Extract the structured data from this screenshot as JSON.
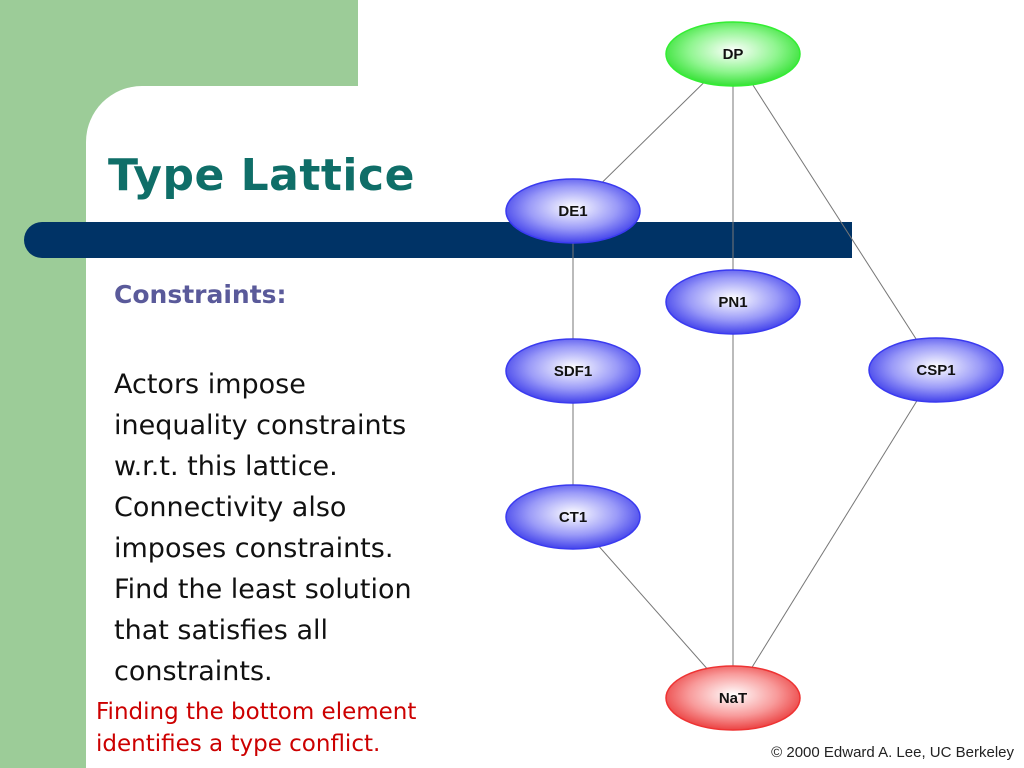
{
  "slide": {
    "title": "Type Lattice",
    "heading": "Constraints:",
    "body_lines": [
      "Actors impose",
      "inequality constraints",
      "w.r.t. this lattice.",
      "Connectivity also",
      "imposes constraints.",
      "Find the least solution",
      "that satisfies all",
      "constraints."
    ],
    "note_lines": [
      "Finding the bottom element",
      "identifies a type conflict."
    ],
    "footer": "© 2000 Edward A. Lee, UC Berkeley"
  },
  "lattice": {
    "nodes": [
      {
        "id": "dp",
        "label": "DP",
        "kind": "top"
      },
      {
        "id": "de1",
        "label": "DE1",
        "kind": "middle"
      },
      {
        "id": "pn1",
        "label": "PN1",
        "kind": "middle"
      },
      {
        "id": "sdf1",
        "label": "SDF1",
        "kind": "middle"
      },
      {
        "id": "csp1",
        "label": "CSP1",
        "kind": "middle"
      },
      {
        "id": "ct1",
        "label": "CT1",
        "kind": "middle"
      },
      {
        "id": "nat",
        "label": "NaT",
        "kind": "bottom"
      }
    ],
    "edges": [
      [
        "dp",
        "de1"
      ],
      [
        "dp",
        "pn1"
      ],
      [
        "dp",
        "csp1"
      ],
      [
        "de1",
        "sdf1"
      ],
      [
        "sdf1",
        "ct1"
      ],
      [
        "ct1",
        "nat"
      ],
      [
        "pn1",
        "nat"
      ],
      [
        "csp1",
        "nat"
      ]
    ]
  },
  "colors": {
    "top_node": "#33ee33",
    "middle_node": "#3a3af0",
    "bottom_node": "#ee3333",
    "edge": "#777777"
  }
}
